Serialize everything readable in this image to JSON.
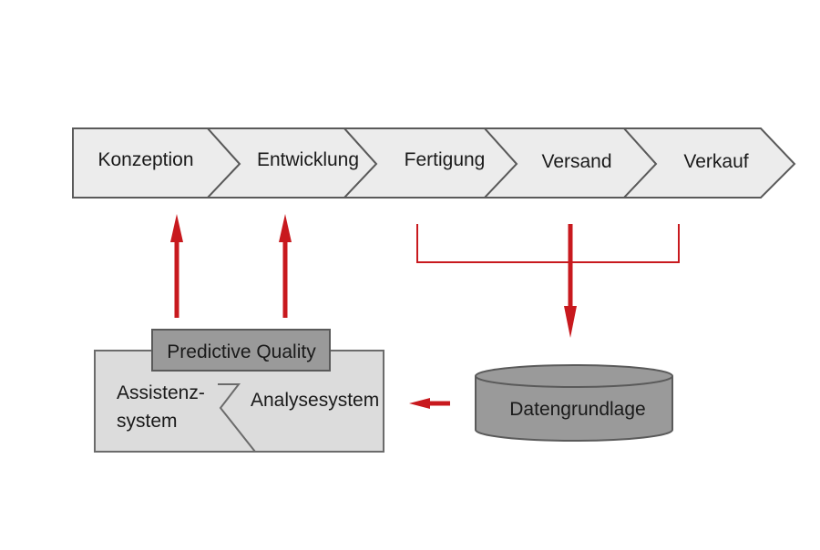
{
  "process_steps": [
    {
      "label": "Konzeption"
    },
    {
      "label": "Entwicklung"
    },
    {
      "label": "Fertigung"
    },
    {
      "label": "Versand"
    },
    {
      "label": "Verkauf"
    }
  ],
  "assist_block": {
    "header": "Predictive Quality",
    "left_label_line1": "Assistenz-",
    "left_label_line2": "system",
    "right_label": "Analysesystem"
  },
  "database": {
    "label": "Datengrundlage"
  },
  "colors": {
    "arrow": "#c8191e",
    "chevron_fill": "#ececec",
    "box_light": "#dcdcdc",
    "box_dark": "#9a9a9a",
    "outline": "#5a5a5a"
  }
}
